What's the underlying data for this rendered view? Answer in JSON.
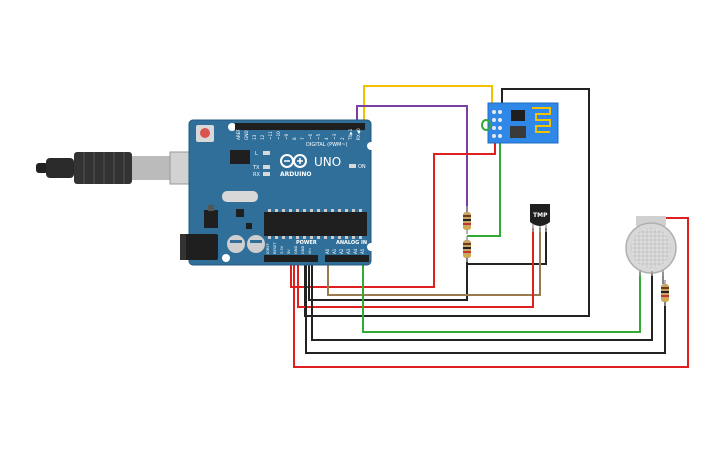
{
  "board": {
    "brand": "ARDUINO",
    "model": "UNO",
    "digital_header_label": "DIGITAL (PWM~)",
    "power_header_label": "POWER",
    "analog_header_label": "ANALOG IN",
    "on_label": "ON",
    "tx_label": "TX",
    "rx_label": "RX",
    "l_label": "L",
    "digital_pins": [
      "AREF",
      "GND",
      "13",
      "12",
      "~11",
      "~10",
      "~9",
      "8",
      "7",
      "~6",
      "~5",
      "4",
      "~3",
      "2",
      "TX▶1",
      "RX◀0"
    ],
    "power_pins": [
      "IOREF",
      "RESET",
      "3.3V",
      "5V",
      "GND",
      "GND",
      "Vin"
    ],
    "analog_pins": [
      "A0",
      "A1",
      "A2",
      "A3",
      "A4",
      "A5"
    ]
  },
  "sensor": {
    "label": "TMP"
  },
  "colors": {
    "board": "#2f6f9a",
    "wire_red": "#e01f1f",
    "wire_black": "#222222",
    "wire_green": "#33aa33",
    "wire_yellow": "#f2c200",
    "wire_purple": "#7a3fa0",
    "wire_brown": "#9a7a50"
  }
}
